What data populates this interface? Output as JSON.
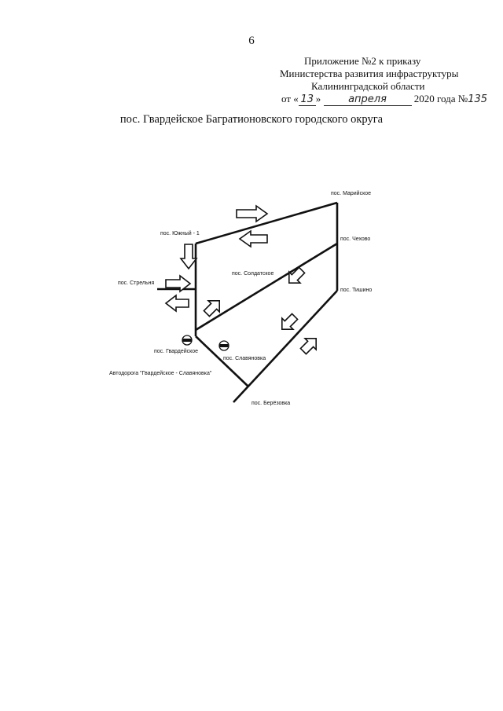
{
  "page": {
    "number": "6"
  },
  "header": {
    "line1": "Приложение №2 к приказу",
    "line2": "Министерства развития инфраструктуры",
    "line3": "Калининградской области",
    "date_prefix": "от",
    "open_quote": "«",
    "day": "13",
    "close_quote": "»",
    "month": "апреля",
    "year_text": "2020 года №",
    "number": "135"
  },
  "title": "пос. Гвардейское Багратионовского городского округа",
  "map": {
    "labels": {
      "mariyskoe": "пос. Марийское",
      "yuzhny": "пос. Южный - 1",
      "chekhovo": "пос. Чехово",
      "soldatskoe": "пос. Солдатское",
      "strelnya": "пос. Стрельня",
      "tishino": "пос. Тишино",
      "gvardeyskoe": "пос. Гвардейское",
      "slavyanovka": "пос. Славяновка",
      "road": "Автодорога \"Гвардейское - Славяновка\"",
      "berezovka": "пос. Берёзовка"
    }
  }
}
